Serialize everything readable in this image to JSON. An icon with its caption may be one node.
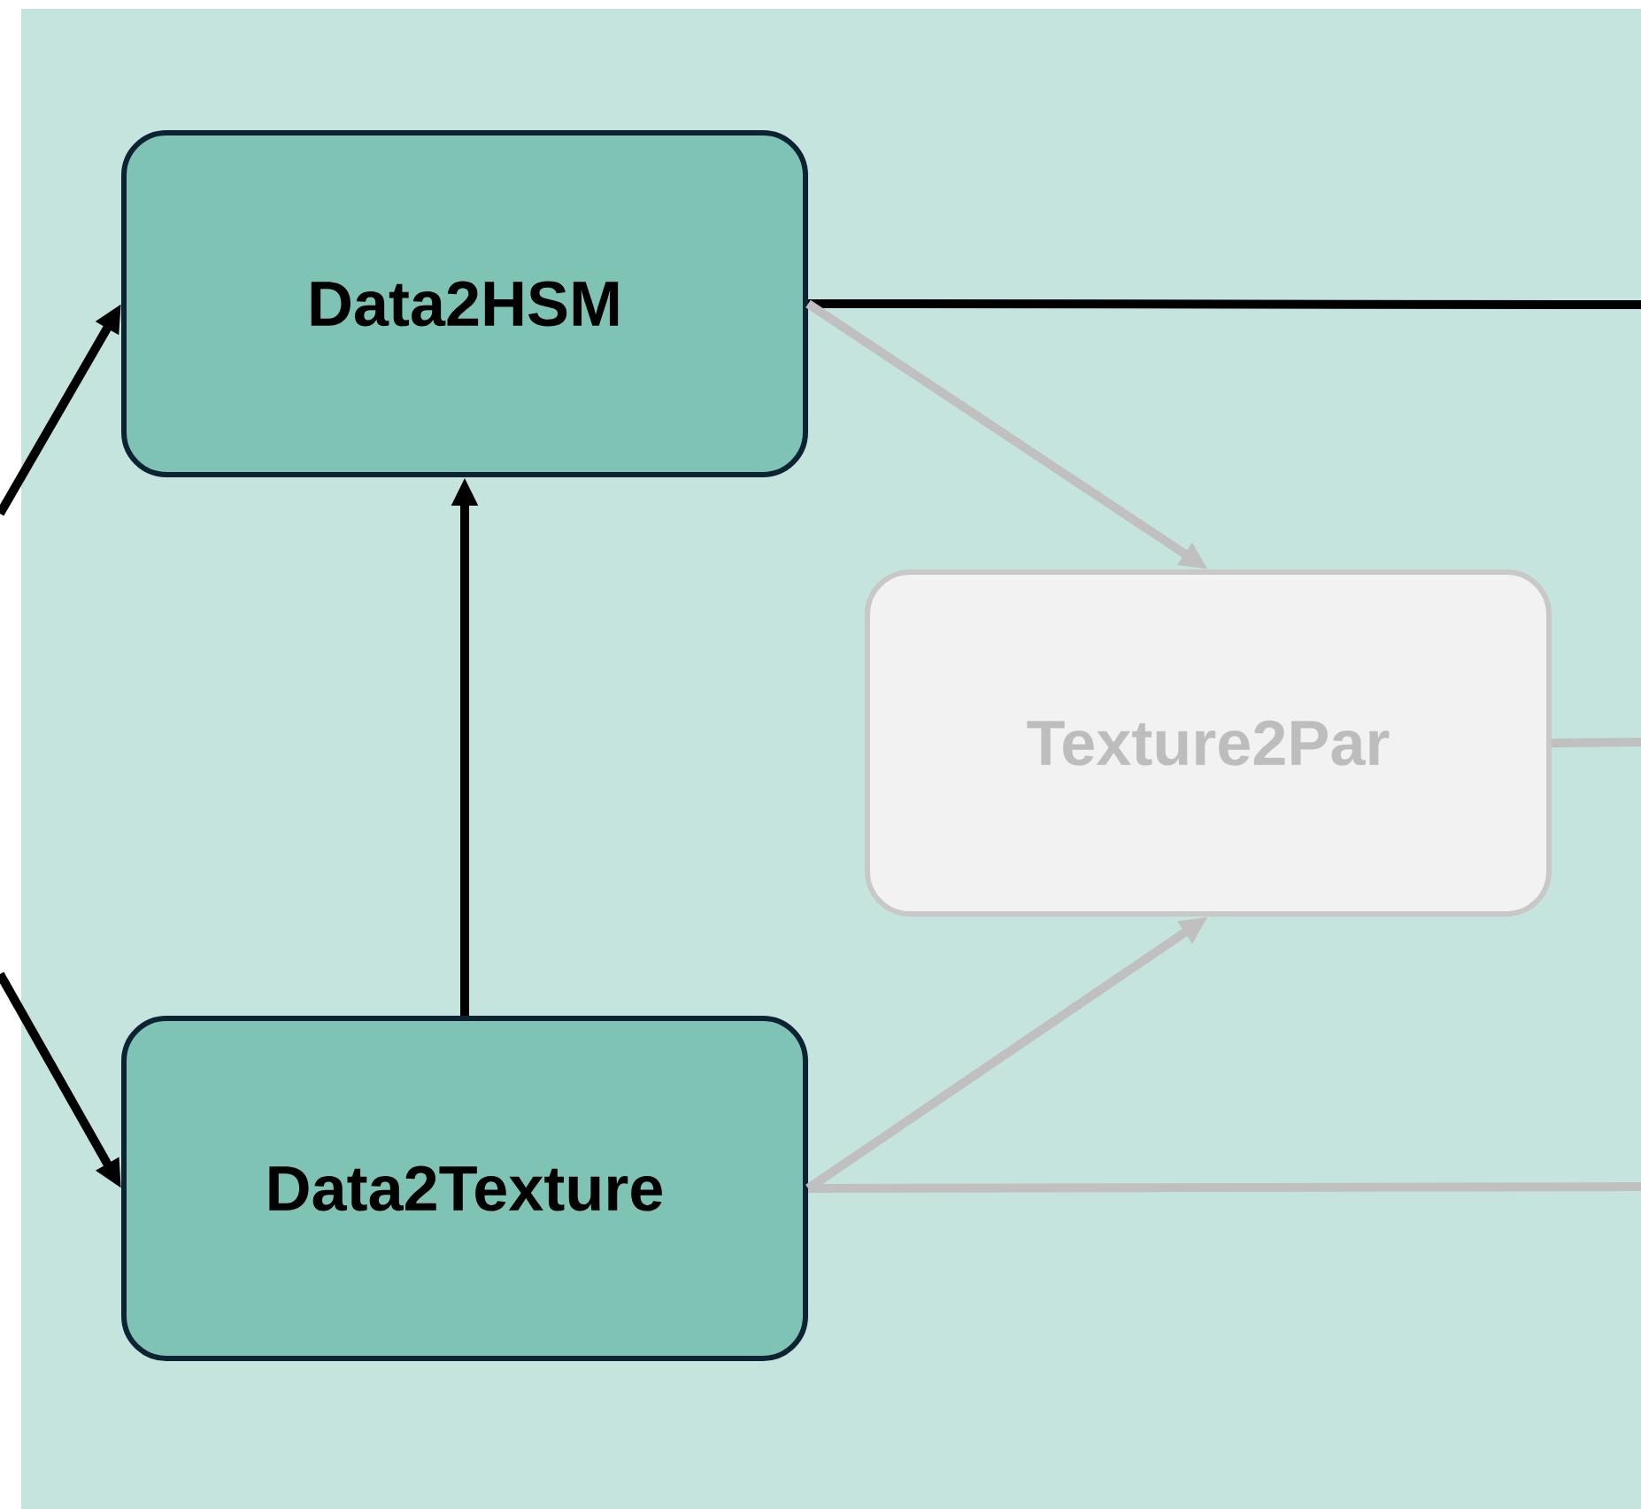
{
  "diagram": {
    "nodes": [
      {
        "text": [
          "Data2HSM"
        ]
      },
      {
        "text": [
          "Texture2Par"
        ]
      },
      {
        "text": [
          "Data2Texture"
        ]
      }
    ],
    "edges": [
      {
        "from": null,
        "to": 0,
        "arrow": "to"
      },
      {
        "from": null,
        "to": 2,
        "arrow": "to"
      },
      {
        "from": 2,
        "to": 0,
        "arrow": "to"
      },
      {
        "from": 0,
        "to": null,
        "arrow": "none"
      },
      {
        "from": 0,
        "to": 1,
        "arrow": "to",
        "color": "#c0c0c0"
      },
      {
        "from": 2,
        "to": 1,
        "arrow": "to",
        "color": "#c0c0c0"
      },
      {
        "from": 1,
        "to": null,
        "arrow": "none",
        "color": "#c0c0c0"
      },
      {
        "from": 2,
        "to": null,
        "arrow": "none",
        "color": "#c0c0c0"
      }
    ]
  }
}
